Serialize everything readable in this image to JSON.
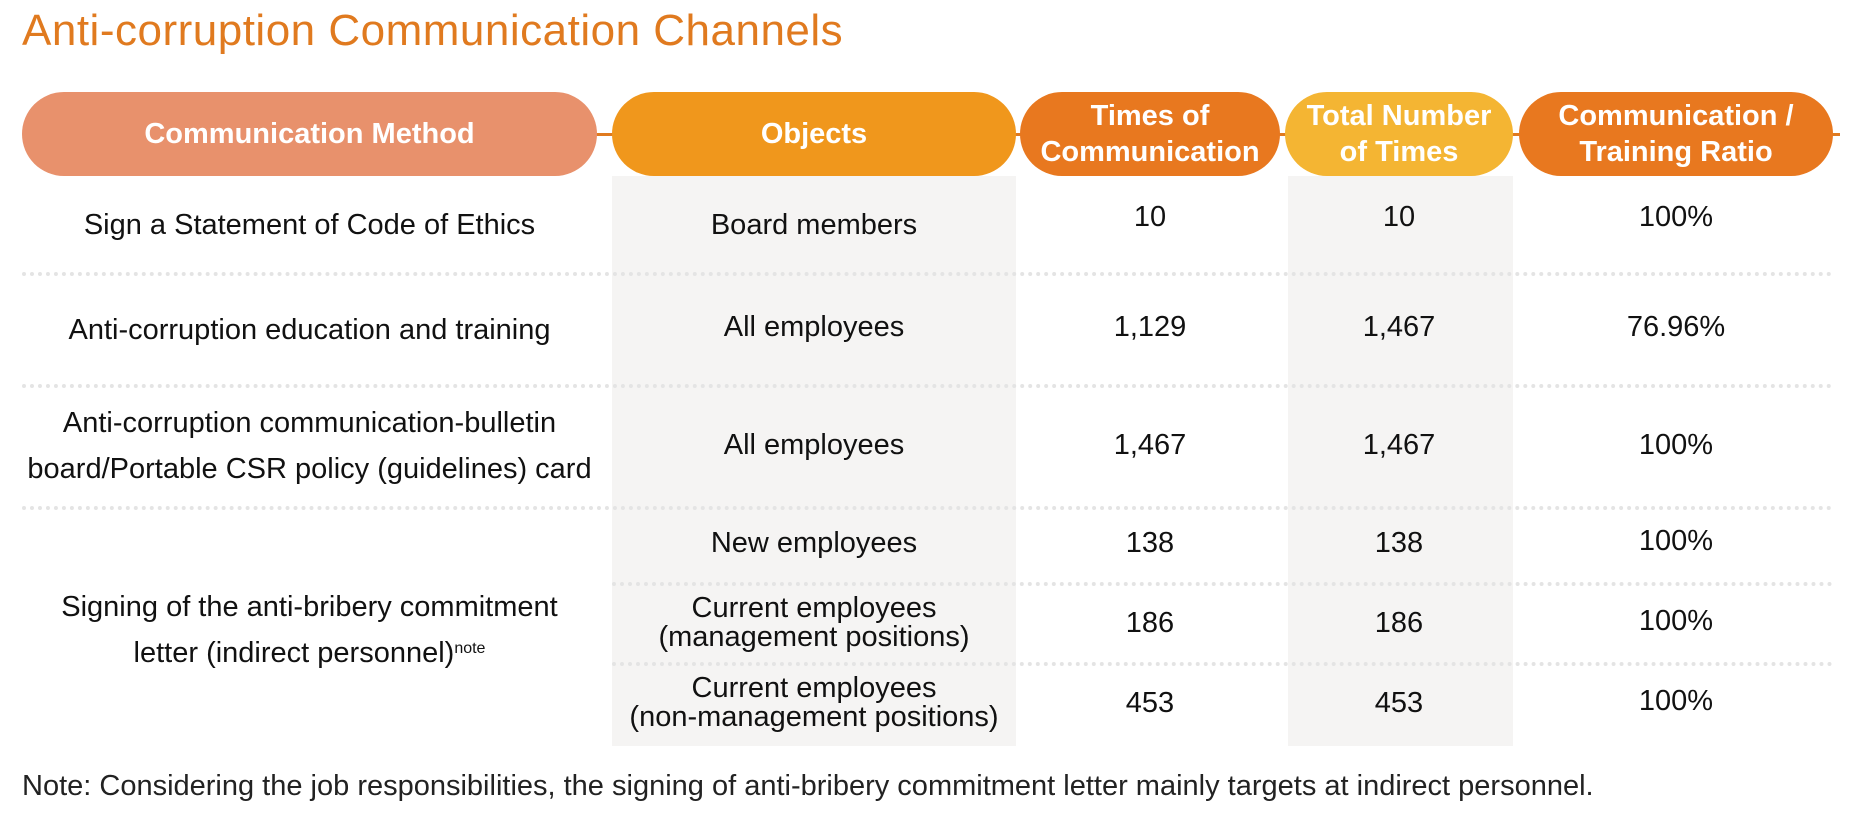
{
  "title": "Anti-corruption Communication Channels",
  "colors": {
    "method_header": "#e8916c",
    "objects_header": "#f0971c",
    "times_header": "#e8781f",
    "total_header": "#f4b533",
    "ratio_header": "#e8781f",
    "title": "#e07a1f"
  },
  "headers": {
    "method": "Communication Method",
    "objects": "Objects",
    "times_l1": "Times of",
    "times_l2": "Communication",
    "total_l1": "Total Number",
    "total_l2": "of Times",
    "ratio_l1": "Communication /",
    "ratio_l2": "Training Ratio"
  },
  "rows": [
    {
      "method": "Sign a Statement of Code of Ethics",
      "object": "Board members",
      "times": "10",
      "total": "10",
      "ratio": "100%"
    },
    {
      "method": "Anti-corruption education and training",
      "object": "All employees",
      "times": "1,129",
      "total": "1,467",
      "ratio": "76.96%"
    },
    {
      "method_l1": "Anti-corruption communication-bulletin",
      "method_l2": "board/Portable CSR policy (guidelines) card",
      "object": "All employees",
      "times": "1,467",
      "total": "1,467",
      "ratio": "100%"
    }
  ],
  "group": {
    "method_l1": "Signing of the anti-bribery commitment",
    "method_l2": "letter (indirect personnel)",
    "method_sup": "note",
    "subrows": [
      {
        "object": "New employees",
        "times": "138",
        "total": "138",
        "ratio": "100%"
      },
      {
        "object_l1": "Current employees",
        "object_l2": "(management positions)",
        "times": "186",
        "total": "186",
        "ratio": "100%"
      },
      {
        "object_l1": "Current employees",
        "object_l2": "(non-management positions)",
        "times": "453",
        "total": "453",
        "ratio": "100%"
      }
    ]
  },
  "note": "Note: Considering the job responsibilities, the signing of anti-bribery commitment letter mainly targets at indirect personnel."
}
